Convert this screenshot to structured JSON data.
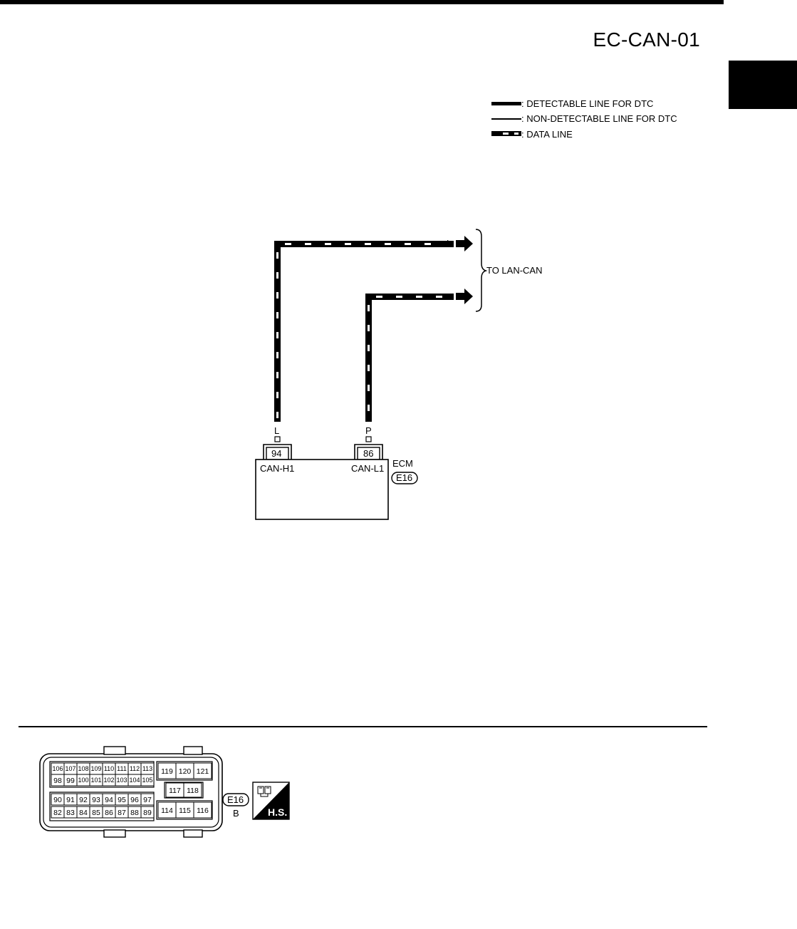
{
  "title": "EC-CAN-01",
  "legend": {
    "detectable": ": DETECTABLE LINE FOR DTC",
    "non_detectable": ": NON-DETECTABLE LINE FOR DTC",
    "data_line": ": DATA LINE"
  },
  "wires": {
    "upper_label": "L",
    "lower_label": "P",
    "destination": "TO LAN-CAN",
    "left_bottom_color": "L",
    "right_bottom_color": "P"
  },
  "ecm": {
    "name": "ECM",
    "connector": "E16",
    "pin_left": "94",
    "pin_right": "86",
    "pin_left_label": "CAN-H1",
    "pin_right_label": "CAN-L1"
  },
  "connector_face": {
    "id": "E16",
    "color_code": "B",
    "hs_label": "H.S.",
    "left_rows": [
      [
        "106",
        "107",
        "108",
        "109",
        "110",
        "111",
        "112",
        "113"
      ],
      [
        "98",
        "99",
        "100",
        "101",
        "102",
        "103",
        "104",
        "105"
      ],
      [
        "90",
        "91",
        "92",
        "93",
        "94",
        "95",
        "96",
        "97"
      ],
      [
        "82",
        "83",
        "84",
        "85",
        "86",
        "87",
        "88",
        "89"
      ]
    ],
    "right_top": [
      "119",
      "120",
      "121"
    ],
    "right_mid": [
      "117",
      "118"
    ],
    "right_bottom": [
      "114",
      "115",
      "116"
    ]
  },
  "colors": {
    "ink": "#000000",
    "page": "#ffffff"
  }
}
